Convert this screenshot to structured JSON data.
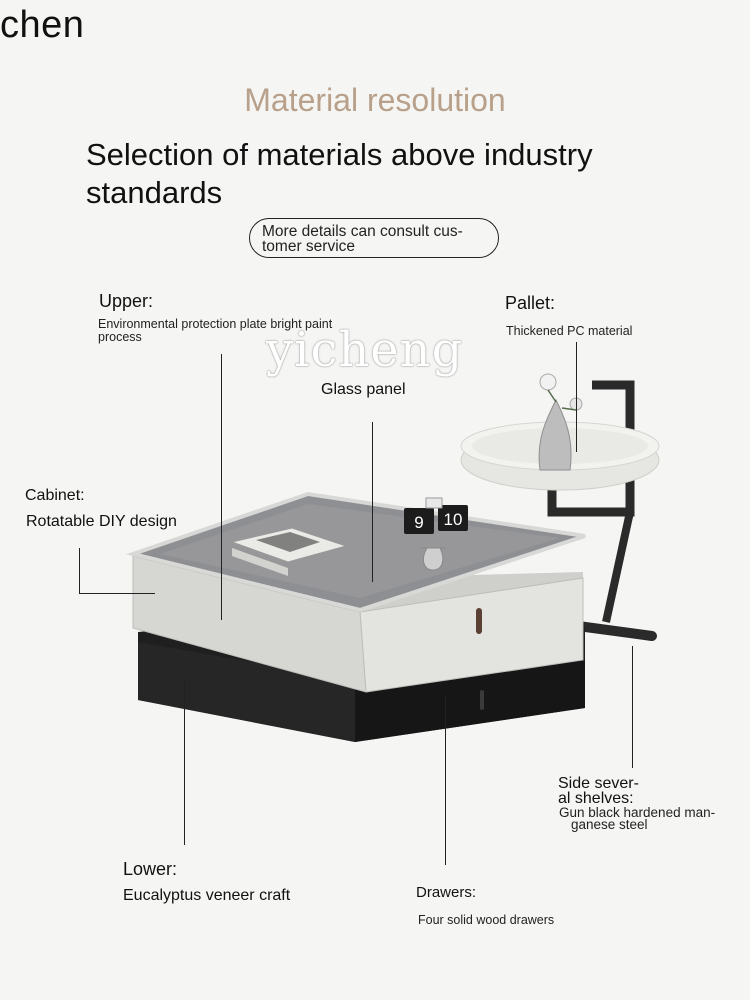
{
  "brand_corner": "chen",
  "watermark": "yicheng",
  "kicker": "Material resolution",
  "headline": "Selection of materials above industry standards",
  "pill": {
    "line1": "More details can consult cus-",
    "line2": "tomer service"
  },
  "annotations": {
    "upper": {
      "title": "Upper:",
      "desc_line1": "Environmental protection plate bright paint",
      "desc_line2": "process"
    },
    "glass": {
      "title": "Glass panel"
    },
    "pallet": {
      "title": "Pallet:",
      "desc": "Thickened PC material"
    },
    "cabinet": {
      "title": "Cabinet:",
      "desc": "Rotatable DIY design"
    },
    "side": {
      "title_line1": "Side sever-",
      "title_line2": "al shelves:",
      "desc_line1": "Gun black hardened man-",
      "desc_line2": "ganese steel"
    },
    "lower": {
      "title": "Lower:",
      "desc": "Eucalyptus veneer craft"
    },
    "drawers": {
      "title": "Drawers:",
      "desc": "Four solid wood drawers"
    }
  },
  "clock": {
    "digit1": "9",
    "digit2": "10"
  },
  "colors": {
    "kicker": "#b8a08a",
    "background": "#f5f5f3",
    "upper_cabinet": "#d9d9d6",
    "lower_cabinet": "#1e1e1e"
  }
}
